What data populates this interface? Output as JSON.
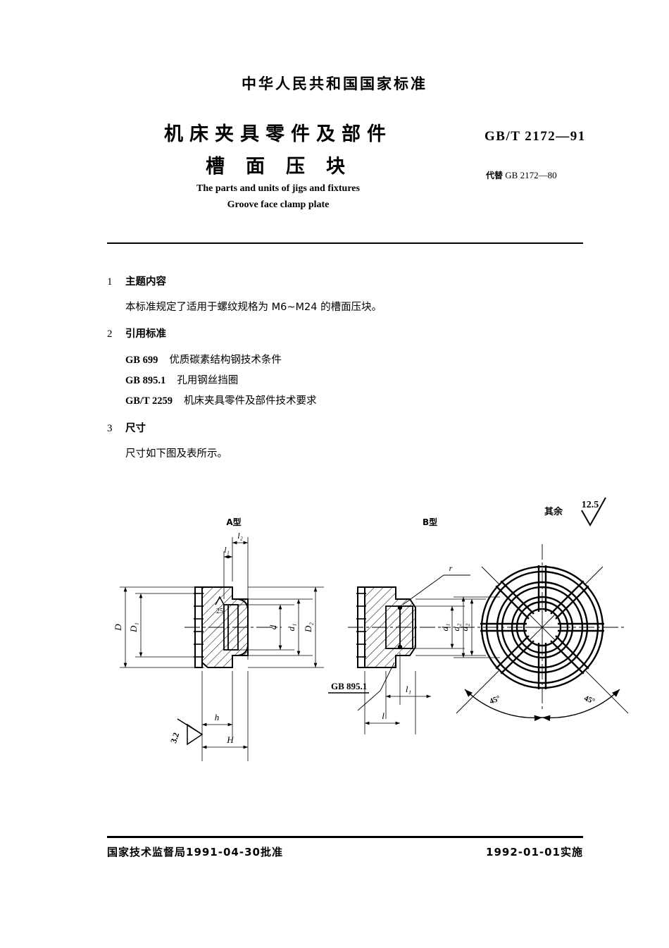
{
  "header": {
    "nation_title": "中华人民共和国国家标准",
    "title_line1": "机床夹具零件及部件",
    "title_line2": "槽面压块",
    "en_title_line1": "The parts and units of jigs and fixtures",
    "en_title_line2": "Groove face clamp plate",
    "standard_number": "GB/T 2172—91",
    "replaces_prefix": "代替",
    "replaces_value": "GB 2172—80"
  },
  "sections": {
    "s1_num": "1",
    "s1_title": "主题内容",
    "s1_text": "本标准规定了适用于螺纹规格为 M6~M24 的槽面压块。",
    "s2_num": "2",
    "s2_title": "引用标准",
    "ref1_code": "GB 699",
    "ref1_name": "优质碳素结构钢技术条件",
    "ref2_code": "GB 895.1",
    "ref2_name": "孔用钢丝挡圈",
    "ref3_code": "GB/T 2259",
    "ref3_name": "机床夹具零件及部件技术要求",
    "s3_num": "3",
    "s3_title": "尺寸",
    "s3_text": "尺寸如下图及表所示。"
  },
  "drawing": {
    "view_a_title": "A型",
    "view_b_title": "B型",
    "surface_note_label": "其余",
    "surface_note_value": "12.5",
    "roughness_inner": "25",
    "roughness_bottom": "3.2",
    "ring_reference": "GB 895.1",
    "dim_D": "D",
    "dim_D1": "D₁",
    "dim_D2": "D₂",
    "dim_d": "d",
    "dim_d1": "d₁",
    "dim_d2": "d₂",
    "dim_l": "l",
    "dim_l1": "l₁",
    "dim_l2": "l₂",
    "dim_h": "h",
    "dim_H": "H",
    "dim_r": "r",
    "angle_left": "45°",
    "angle_right": "45°"
  },
  "footer": {
    "left_text": "国家技术监督局1991-04-30批准",
    "right_text": "1992-01-01实施"
  }
}
